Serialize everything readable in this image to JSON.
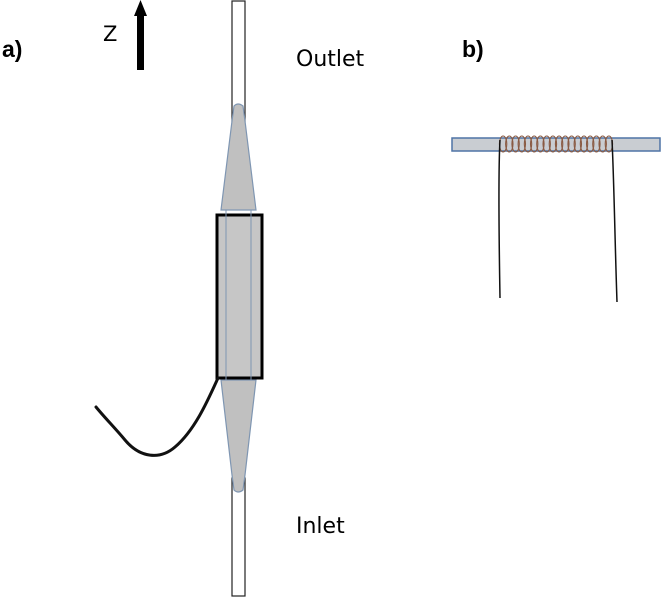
{
  "labels": {
    "panel_a": "a)",
    "panel_b": "b)",
    "outlet": "Outlet",
    "inlet": "Inlet",
    "z_axis": "Z"
  },
  "colors": {
    "background": "#ffffff",
    "tube_fill": "#ffffff",
    "outline": "#000000",
    "taper_fill": "#c0c0c0",
    "taper_stroke": "#7f96b2",
    "heater_fill": "#c6c6c6",
    "substrate_fill": "#c9cdd2",
    "substrate_stroke": "#4f74a6",
    "coil_color": "#8a5a42",
    "wire_color": "#111111"
  },
  "icons": {
    "z_arrow": "arrow-up-icon"
  }
}
